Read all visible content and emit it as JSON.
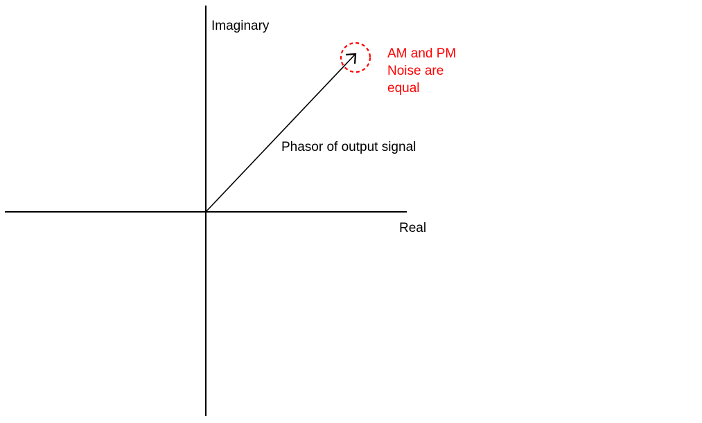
{
  "axes": {
    "imaginary_label": "Imaginary",
    "real_label": "Real"
  },
  "phasor": {
    "label": "Phasor of output signal"
  },
  "noise_annotation": {
    "lines": [
      "AM and PM",
      "Noise are",
      "equal"
    ]
  },
  "colors": {
    "axis": "#000000",
    "phasor": "#000000",
    "noise": "#ff0000"
  }
}
